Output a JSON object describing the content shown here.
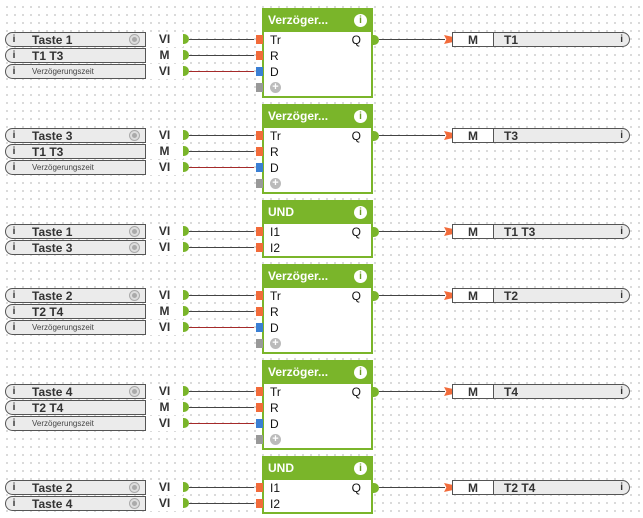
{
  "groups": [
    {
      "block": {
        "title": "Verzöger...",
        "inputs": [
          "Tr",
          "R",
          "D"
        ],
        "output": "Q",
        "has_add": true
      },
      "inputs": [
        {
          "label": "Taste 1",
          "type": "VI",
          "radio": true,
          "small": false
        },
        {
          "label": "T1 T3",
          "type": "M",
          "radio": false,
          "small": false
        },
        {
          "label": "Verzögerungszeit",
          "type": "VI",
          "radio": false,
          "small": true
        }
      ],
      "output": {
        "type": "M",
        "label": "T1"
      }
    },
    {
      "block": {
        "title": "Verzöger...",
        "inputs": [
          "Tr",
          "R",
          "D"
        ],
        "output": "Q",
        "has_add": true
      },
      "inputs": [
        {
          "label": "Taste 3",
          "type": "VI",
          "radio": true,
          "small": false
        },
        {
          "label": "T1 T3",
          "type": "M",
          "radio": false,
          "small": false
        },
        {
          "label": "Verzögerungszeit",
          "type": "VI",
          "radio": false,
          "small": true
        }
      ],
      "output": {
        "type": "M",
        "label": "T3"
      }
    },
    {
      "block": {
        "title": "UND",
        "inputs": [
          "I1",
          "I2"
        ],
        "output": "Q",
        "has_add": false
      },
      "inputs": [
        {
          "label": "Taste 1",
          "type": "VI",
          "radio": true,
          "small": false
        },
        {
          "label": "Taste 3",
          "type": "VI",
          "radio": true,
          "small": false
        }
      ],
      "output": {
        "type": "M",
        "label": "T1 T3"
      }
    },
    {
      "block": {
        "title": "Verzöger...",
        "inputs": [
          "Tr",
          "R",
          "D"
        ],
        "output": "Q",
        "has_add": true
      },
      "inputs": [
        {
          "label": "Taste 2",
          "type": "VI",
          "radio": true,
          "small": false
        },
        {
          "label": "T2 T4",
          "type": "M",
          "radio": false,
          "small": false
        },
        {
          "label": "Verzögerungszeit",
          "type": "VI",
          "radio": false,
          "small": true
        }
      ],
      "output": {
        "type": "M",
        "label": "T2"
      }
    },
    {
      "block": {
        "title": "Verzöger...",
        "inputs": [
          "Tr",
          "R",
          "D"
        ],
        "output": "Q",
        "has_add": true
      },
      "inputs": [
        {
          "label": "Taste 4",
          "type": "VI",
          "radio": true,
          "small": false
        },
        {
          "label": "T2 T4",
          "type": "M",
          "radio": false,
          "small": false
        },
        {
          "label": "Verzögerungszeit",
          "type": "VI",
          "radio": false,
          "small": true
        }
      ],
      "output": {
        "type": "M",
        "label": "T4"
      }
    },
    {
      "block": {
        "title": "UND",
        "inputs": [
          "I1",
          "I2"
        ],
        "output": "Q",
        "has_add": false
      },
      "inputs": [
        {
          "label": "Taste 2",
          "type": "VI",
          "radio": true,
          "small": false
        },
        {
          "label": "Taste 4",
          "type": "VI",
          "radio": true,
          "small": false
        }
      ],
      "output": {
        "type": "M",
        "label": "T2 T4"
      }
    }
  ],
  "icons": {
    "info": "i",
    "add": "+"
  },
  "colors": {
    "block_green": "#7ab52a",
    "port_orange": "#f26b3a",
    "port_blue": "#3a7fd4",
    "wire_red": "#a52a2a"
  }
}
